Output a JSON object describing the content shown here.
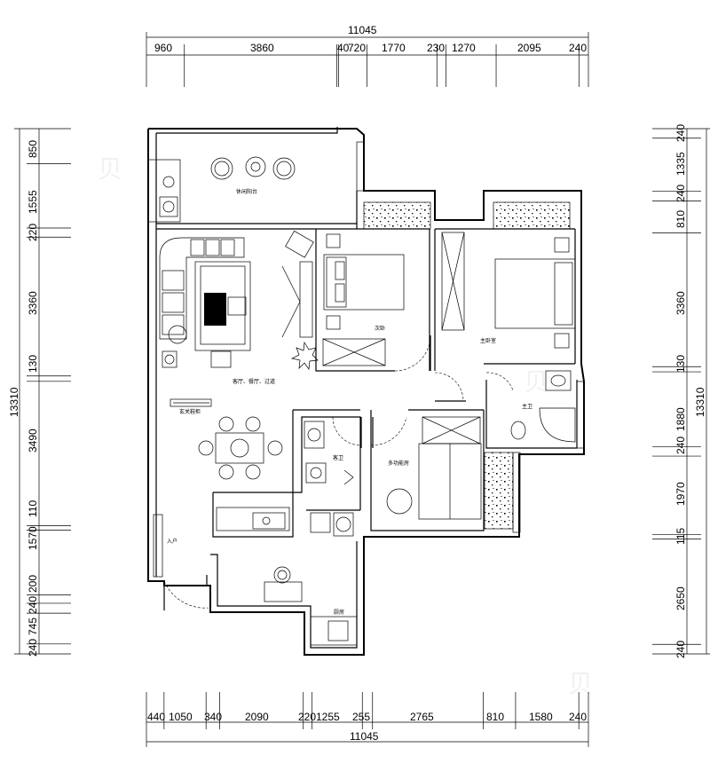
{
  "dimensions": {
    "top_total": "11045",
    "top_segments": [
      "960",
      "3860",
      "40",
      "720",
      "1770",
      "230",
      "1270",
      "2095",
      "240"
    ],
    "bottom_total": "11045",
    "bottom_segments": [
      "440",
      "1050",
      "340",
      "2090",
      "220",
      "1255",
      "255",
      "2765",
      "810",
      "1580",
      "240"
    ],
    "left_total": "13310",
    "left_segments": [
      "850",
      "1555",
      "220",
      "3360",
      "130",
      "3490",
      "110",
      "1570",
      "200",
      "240",
      "745",
      "240"
    ],
    "right_total": "13310",
    "right_segments": [
      "240",
      "1335",
      "240",
      "810",
      "3360",
      "130",
      "1880",
      "240",
      "1970",
      "115",
      "2650",
      "240"
    ]
  },
  "rooms": {
    "leisure_balcony": "休闲阳台",
    "second_bedroom": "次卧",
    "master_bedroom": "主卧室",
    "living_dining": "客厅、餐厅、过道",
    "shoe_cabinet": "玄关鞋柜",
    "guest_bath": "客卫",
    "master_bath": "主卫",
    "multi_room": "多功能房",
    "entrance": "入户",
    "kitchen": "厨房"
  }
}
